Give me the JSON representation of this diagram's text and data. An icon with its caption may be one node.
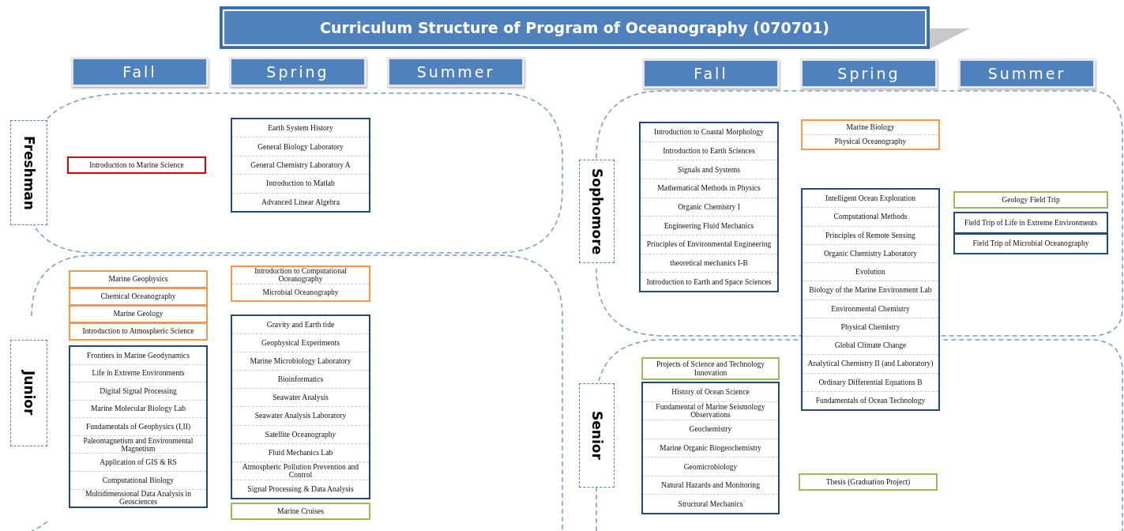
{
  "diagram": {
    "title": "Curriculum Structure of Program of Oceanography (070701)",
    "nodes": [
      {
        "text": [
          "Fall"
        ]
      },
      {
        "text": [
          "Spring"
        ]
      },
      {
        "text": [
          "Summer"
        ]
      },
      {
        "text": [
          "Fall"
        ]
      },
      {
        "text": [
          "Spring"
        ]
      },
      {
        "text": [
          "Summer"
        ]
      },
      {
        "text": [
          "Freshman"
        ]
      },
      {
        "text": [
          "Introduction to Marine Science"
        ]
      },
      {
        "text": [
          "Earth System History",
          "General Biology Laboratory",
          "General Chemistry Laboratory A",
          "Introduction to Matlab",
          "Advanced Linear Algebra"
        ]
      },
      {
        "text": [
          "Sophomore"
        ]
      },
      {
        "text": [
          "Introduction to Coastal Morphology",
          "Introduction to Earth Sciences",
          "Signals and Systems",
          "Mathematical Methods in Physics",
          "Organic Chemistry I",
          "Engineering Fluid Mechanics",
          "Principles of Environmental Engineering",
          "theoretical mechanics I-B",
          "Introduction to Earth and Space Sciences"
        ]
      },
      {
        "text": [
          "Marine Biology",
          "Physical Oceanography"
        ]
      },
      {
        "text": [
          "Intelligent Ocean Exploration",
          "Computational Methods",
          "Principles of Remote Sensing",
          "Organic Chemistry Laboratory",
          "Evolution",
          "Biology of the Marine Environment Lab",
          "Environmental Chemistry",
          "Physical Chemistry",
          "Global Climate Change",
          "Analytical Chemistry II (and Laboratory)",
          "Ordinary Differential  Equations B",
          "Fundamentals of Ocean Technology"
        ]
      },
      {
        "text": [
          "Geology Field Trip"
        ]
      },
      {
        "text": [
          "Field Trip of Life in Extreme Environments"
        ]
      },
      {
        "text": [
          "Field Trip of Microbial Oceanography"
        ]
      },
      {
        "text": [
          "Junior"
        ]
      },
      {
        "text": [
          "Marine Geophysics"
        ]
      },
      {
        "text": [
          "Chemical Oceanography"
        ]
      },
      {
        "text": [
          "Marine Geology"
        ]
      },
      {
        "text": [
          "Introduction to Atmospheric Science"
        ]
      },
      {
        "text": [
          "Frontiers in Marine Geodynamics",
          "Life in Extreme Environments",
          "Digital Signal Processing",
          "Marine Molecular Biology Lab",
          "Fundamentals of Geophysics (I,II)",
          "Paleomagnetism and Environmental Magnetism",
          "Application of GIS & RS",
          "Computational Biology",
          "Multidimensional Data Analysis in Geosciences"
        ]
      },
      {
        "text": [
          "Introduction to Computational Oceanography",
          "Microbial Oceanography"
        ]
      },
      {
        "text": [
          "Gravity and Earth tide",
          "Geophysical Experiments",
          "Marine Microbiology Laboratory",
          "Bioinformatics",
          "Seawater Analysis",
          "Seawater Analysis Laboratory",
          "Satellite Oceanography",
          "Fluid Mechanics Lab",
          "Atmospheric Pollution Prevention and Control",
          "Signal Processing & Data Analysis"
        ]
      },
      {
        "text": [
          "Marine Cruises"
        ]
      },
      {
        "text": [
          "Senior"
        ]
      },
      {
        "text": [
          "Projects of Science and Technology Innovation"
        ]
      },
      {
        "text": [
          "History of Ocean Science",
          "Fundamental of Marine Seismology Observations",
          "Geochemistry",
          "Marine Organic Biogeochemistry",
          "Geomicrobiology",
          "Natural Hazards and Monitoring",
          "Structural Mechanics"
        ]
      },
      {
        "text": [
          "Thesis (Graduation Project)"
        ]
      }
    ],
    "edges": []
  }
}
